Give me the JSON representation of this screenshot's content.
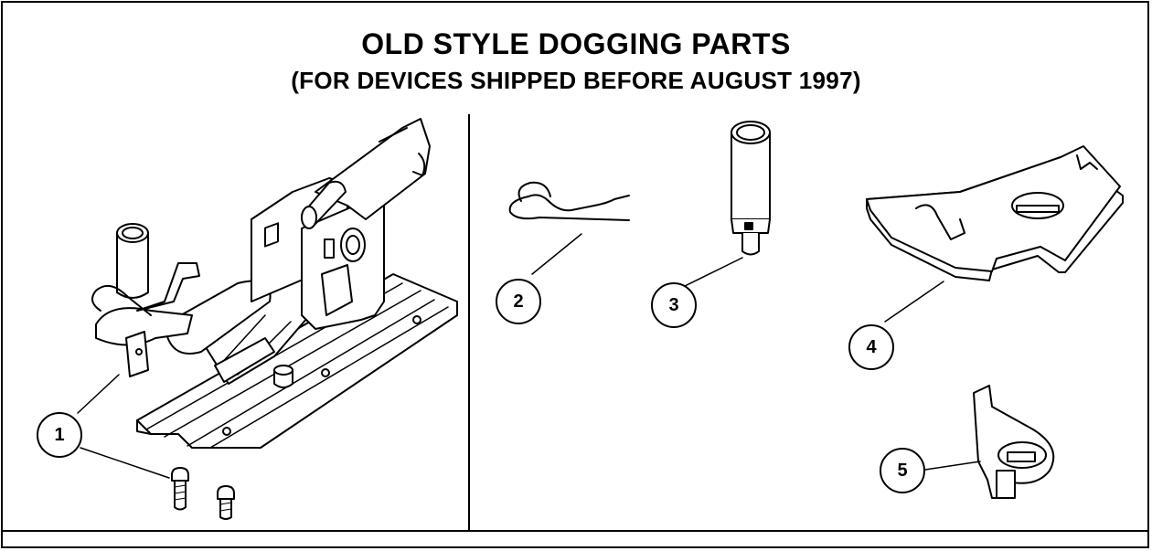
{
  "figure": {
    "title": "OLD STYLE DOGGING PARTS",
    "subtitle": "(FOR DEVICES SHIPPED BEFORE AUGUST 1997)"
  },
  "callouts": {
    "c1": "1",
    "c2": "2",
    "c3": "3",
    "c4": "4",
    "c5": "5"
  },
  "colors": {
    "line": "#000000",
    "background": "#ffffff"
  }
}
